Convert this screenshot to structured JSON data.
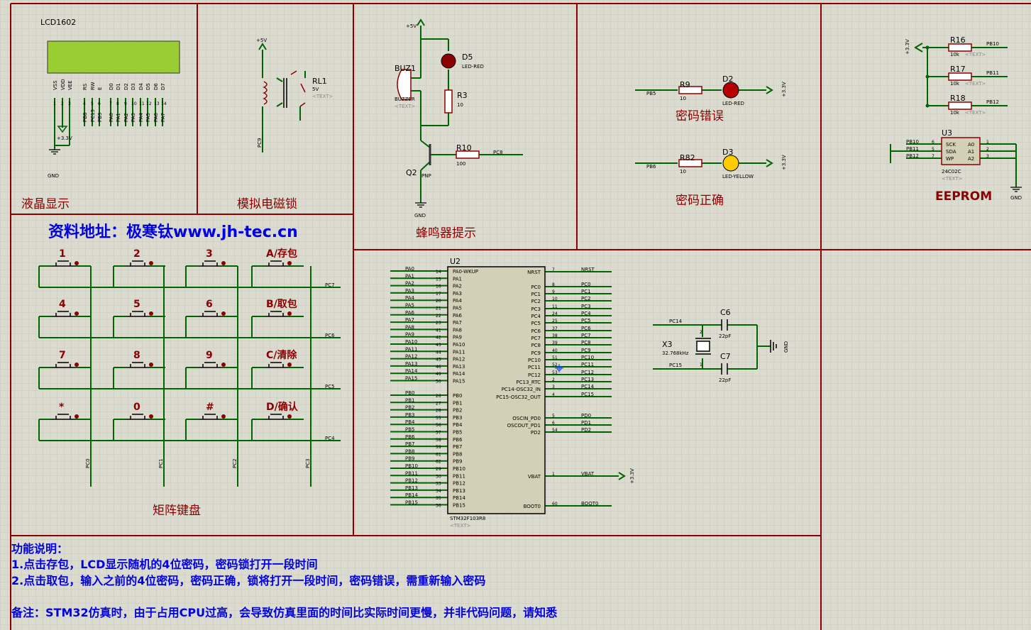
{
  "sections": {
    "lcd": "液晶显示",
    "lock": "模拟电磁锁",
    "buzzer": "蜂鸣器提示",
    "pwd_wrong": "密码错误",
    "pwd_right": "密码正确",
    "eeprom": "EEPROM",
    "keypad": "矩阵键盘"
  },
  "banner": "资料地址：极寒钛www.jh-tec.cn",
  "notes": {
    "title": "功能说明：",
    "line1": "1.点击存包，LCD显示随机的4位密码，密码锁打开一段时间",
    "line2": "2.点击取包，输入之前的4位密码，密码正确，锁将打开一段时间，密码错误，需重新输入密码",
    "remark": "备注：STM32仿真时，由于占用CPU过高，会导致仿真里面的时间比实际时间更慢，并非代码问题，请知悉"
  },
  "lcd": {
    "name": "LCD1602",
    "pins": [
      "VSS",
      "VDD",
      "VEE",
      "RS",
      "RW",
      "E",
      "D0",
      "D1",
      "D2",
      "D3",
      "D4",
      "D5",
      "D6",
      "D7"
    ],
    "pin_numbers": [
      "1",
      "2",
      "3",
      "4",
      "5",
      "6",
      "7",
      "8",
      "9",
      "10",
      "11",
      "12",
      "13",
      "14"
    ],
    "nets": [
      "PB8",
      "PC13",
      "PB9",
      "PA0",
      "PA1",
      "PA2",
      "PA3",
      "PA4",
      "PA5",
      "PA6",
      "PA7"
    ],
    "vcc": "+3.3V",
    "gnd": "GND"
  },
  "relay": {
    "name": "RL1",
    "value": "5V",
    "text": "<TEXT>",
    "vcc": "+5V",
    "net": "PC9"
  },
  "buzzer": {
    "name": "BUZ1",
    "type": "BUZZER",
    "text": "<TEXT>",
    "vcc": "+5V",
    "gnd": "GND",
    "led": "D5",
    "led_type": "LED-RED",
    "r3": "R3",
    "r3_value": "10",
    "r10": "R10",
    "r10_value": "100",
    "net": "PC8",
    "transistor": "Q2",
    "transistor_type": "PNP"
  },
  "leds": {
    "wrong": {
      "r": "R9",
      "r_value": "10",
      "d": "D2",
      "d_type": "LED-RED",
      "net": "PB5",
      "vcc": "+3.3V"
    },
    "right": {
      "r": "R82",
      "r_value": "10",
      "d": "D3",
      "d_type": "LED-YELLOW",
      "net": "PB6",
      "vcc": "+3.3V"
    }
  },
  "eeprom": {
    "vcc": "+3.3V",
    "pullups": [
      {
        "name": "R16",
        "value": "10k",
        "text": "<TEXT>",
        "net": "PB10"
      },
      {
        "name": "R17",
        "value": "10k",
        "text": "<TEXT>",
        "net": "PB11"
      },
      {
        "name": "R18",
        "value": "10k",
        "text": "<TEXT>",
        "net": "PB12"
      }
    ],
    "chip": "U3",
    "type": "24C02C",
    "text": "<TEXT>",
    "left_pins": [
      {
        "net": "PB10",
        "num": "6",
        "name": "SCK"
      },
      {
        "net": "PB11",
        "num": "5",
        "name": "SDA"
      },
      {
        "net": "PB12",
        "num": "7",
        "name": "WP"
      }
    ],
    "right_pins": [
      {
        "name": "A0",
        "num": "1"
      },
      {
        "name": "A1",
        "num": "2"
      },
      {
        "name": "A2",
        "num": "3"
      }
    ],
    "gnd": "GND"
  },
  "keypad": {
    "keys": [
      "1",
      "2",
      "3",
      "A/存包",
      "4",
      "5",
      "6",
      "B/取包",
      "7",
      "8",
      "9",
      "C/清除",
      "*",
      "0",
      "#",
      "D/确认"
    ],
    "rows": [
      "PC7",
      "PC6",
      "PC5",
      "PC4"
    ],
    "cols": [
      "PC0",
      "PC1",
      "PC2",
      "PC3"
    ]
  },
  "mcu": {
    "name": "U2",
    "type": "STM32F103R8",
    "text": "<TEXT>",
    "left_pins": [
      {
        "net": "PA0",
        "num": "14",
        "name": "PA0-WKUP"
      },
      {
        "net": "PA1",
        "num": "15",
        "name": "PA1"
      },
      {
        "net": "PA2",
        "num": "16",
        "name": "PA2"
      },
      {
        "net": "PA3",
        "num": "17",
        "name": "PA3"
      },
      {
        "net": "PA4",
        "num": "20",
        "name": "PA4"
      },
      {
        "net": "PA5",
        "num": "21",
        "name": "PA5"
      },
      {
        "net": "PA6",
        "num": "22",
        "name": "PA6"
      },
      {
        "net": "PA7",
        "num": "23",
        "name": "PA7"
      },
      {
        "net": "PA8",
        "num": "41",
        "name": "PA8"
      },
      {
        "net": "PA9",
        "num": "42",
        "name": "PA9"
      },
      {
        "net": "PA10",
        "num": "43",
        "name": "PA10"
      },
      {
        "net": "PA11",
        "num": "44",
        "name": "PA11"
      },
      {
        "net": "PA12",
        "num": "45",
        "name": "PA12"
      },
      {
        "net": "PA13",
        "num": "46",
        "name": "PA13"
      },
      {
        "net": "PA14",
        "num": "49",
        "name": "PA14"
      },
      {
        "net": "PA15",
        "num": "50",
        "name": "PA15"
      },
      {
        "net": "PB0",
        "num": "26",
        "name": "PB0"
      },
      {
        "net": "PB1",
        "num": "27",
        "name": "PB1"
      },
      {
        "net": "PB2",
        "num": "28",
        "name": "PB2"
      },
      {
        "net": "PB3",
        "num": "55",
        "name": "PB3"
      },
      {
        "net": "PB4",
        "num": "56",
        "name": "PB4"
      },
      {
        "net": "PB5",
        "num": "57",
        "name": "PB5"
      },
      {
        "net": "PB6",
        "num": "58",
        "name": "PB6"
      },
      {
        "net": "PB7",
        "num": "59",
        "name": "PB7"
      },
      {
        "net": "PB8",
        "num": "61",
        "name": "PB8"
      },
      {
        "net": "PB9",
        "num": "62",
        "name": "PB9"
      },
      {
        "net": "PB10",
        "num": "29",
        "name": "PB10"
      },
      {
        "net": "PB11",
        "num": "30",
        "name": "PB11"
      },
      {
        "net": "PB12",
        "num": "33",
        "name": "PB12"
      },
      {
        "net": "PB13",
        "num": "34",
        "name": "PB13"
      },
      {
        "net": "PB14",
        "num": "35",
        "name": "PB14"
      },
      {
        "net": "PB15",
        "num": "36",
        "name": "PB15"
      }
    ],
    "right_pins": [
      {
        "net": "NRST",
        "num": "7",
        "name": "NRST"
      },
      {
        "net": "PC0",
        "num": "8",
        "name": "PC0"
      },
      {
        "net": "PC1",
        "num": "9",
        "name": "PC1"
      },
      {
        "net": "PC2",
        "num": "10",
        "name": "PC2"
      },
      {
        "net": "PC3",
        "num": "11",
        "name": "PC3"
      },
      {
        "net": "PC4",
        "num": "24",
        "name": "PC4"
      },
      {
        "net": "PC5",
        "num": "25",
        "name": "PC5"
      },
      {
        "net": "PC6",
        "num": "37",
        "name": "PC6"
      },
      {
        "net": "PC7",
        "num": "38",
        "name": "PC7"
      },
      {
        "net": "PC8",
        "num": "39",
        "name": "PC8"
      },
      {
        "net": "PC9",
        "num": "40",
        "name": "PC9"
      },
      {
        "net": "PC10",
        "num": "51",
        "name": "PC10"
      },
      {
        "net": "PC11",
        "num": "52",
        "name": "PC11"
      },
      {
        "net": "PC12",
        "num": "53",
        "name": "PC12"
      },
      {
        "net": "PC13",
        "num": "2",
        "name": "PC13_RTC"
      },
      {
        "net": "PC14",
        "num": "3",
        "name": "PC14-OSC32_IN"
      },
      {
        "net": "PC15",
        "num": "4",
        "name": "PC15-OSC32_OUT"
      },
      {
        "net": "PD0",
        "num": "5",
        "name": "OSCIN_PD0"
      },
      {
        "net": "PD1",
        "num": "6",
        "name": "OSCOUT_PD1"
      },
      {
        "net": "PD2",
        "num": "54",
        "name": "PD2"
      },
      {
        "net": "VBAT",
        "num": "1",
        "name": "VBAT"
      },
      {
        "net": "BOOT0",
        "num": "60",
        "name": "BOOT0"
      }
    ],
    "vbat_supply": "+3.3V"
  },
  "crystal": {
    "name": "X3",
    "value": "32.768kHz",
    "c6": "C6",
    "c6_value": "22pF",
    "c7": "C7",
    "c7_value": "22pF",
    "net1": "PC14",
    "net2": "PC15",
    "gnd": "GND"
  },
  "colors": {
    "background": "#dcdbd0",
    "wire": "#006400",
    "border": "#8b0000",
    "label": "#8b0000",
    "note": "#0000e0",
    "lcd_screen": "#9acd32",
    "chip_body": "#d4d0b8"
  }
}
